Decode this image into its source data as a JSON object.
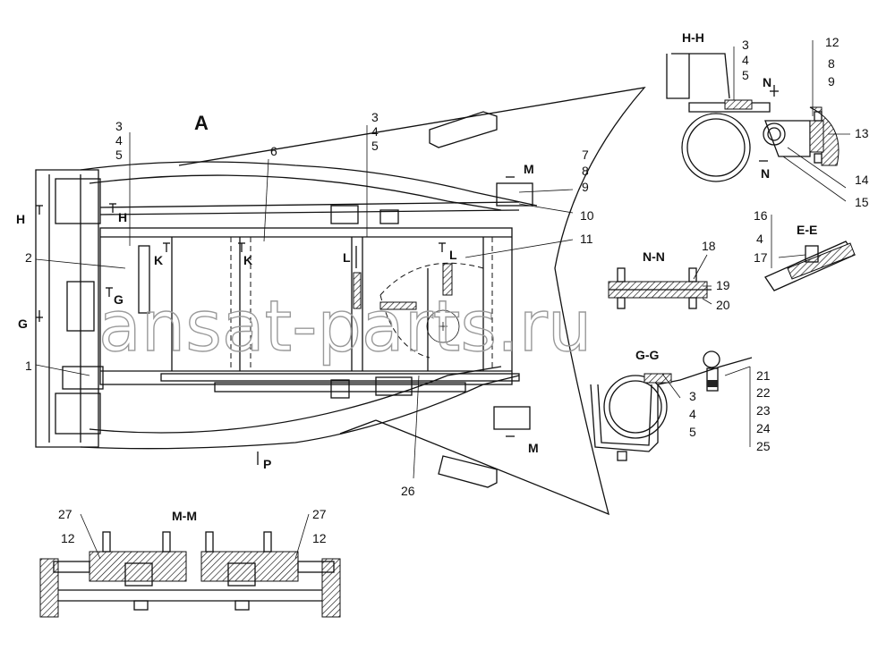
{
  "views": {
    "main": "A",
    "hh": "H-H",
    "nn": "N-N",
    "gg": "G-G",
    "ee": "E-E",
    "mm": "M-M"
  },
  "callouts": {
    "c1": "1",
    "c2": "2",
    "c3a": "3",
    "c4a": "4",
    "c5a": "5",
    "c6": "6",
    "c3b": "3",
    "c4b": "4",
    "c5b": "5",
    "c7": "7",
    "c8": "8",
    "c9": "9",
    "c10": "10",
    "c11": "11",
    "c26": "26",
    "hh3": "3",
    "hh4": "4",
    "hh5": "5",
    "hh12": "12",
    "hh8": "8",
    "hh9": "9",
    "hh13": "13",
    "hh14": "14",
    "hh15": "15",
    "ee16": "16",
    "ee4": "4",
    "ee17": "17",
    "nn18": "18",
    "nn19": "19",
    "nn20": "20",
    "gg21": "21",
    "gg22": "22",
    "gg23": "23",
    "gg24": "24",
    "gg25": "25",
    "gg3": "3",
    "gg4": "4",
    "gg5": "5",
    "mm27a": "27",
    "mm12a": "12",
    "mm27b": "27",
    "mm12b": "12"
  },
  "section_marks": {
    "h_left": "H",
    "h_right": "H",
    "g_left": "G",
    "g_right": "G",
    "k_left": "K",
    "k_right": "K",
    "l_left": "L",
    "l_right": "L",
    "m_top": "M",
    "m_bottom": "M",
    "n_top": "N",
    "n_bottom": "N",
    "p": "P"
  },
  "watermark": "ansat-parts.ru"
}
